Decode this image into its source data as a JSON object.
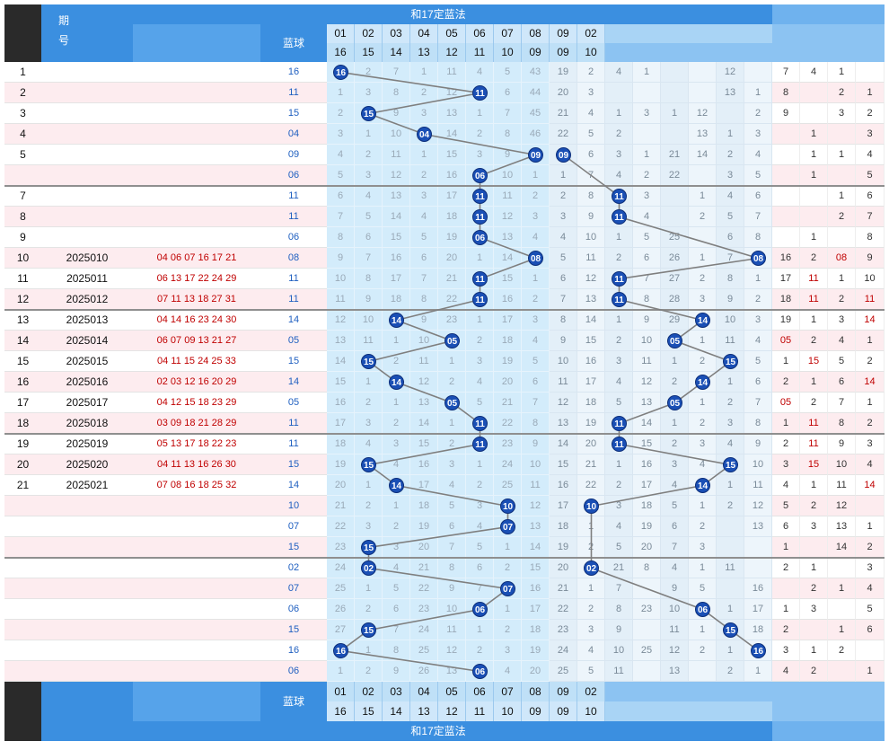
{
  "header": {
    "issue_line1": "期",
    "issue_line2": "号",
    "blue_label": "蓝球",
    "method_title": "和17定蓝法",
    "columns_top": [
      "01",
      "02",
      "03",
      "04",
      "05",
      "06",
      "07",
      "08",
      "09",
      "02",
      "",
      "",
      "",
      "",
      "",
      ""
    ],
    "columns_bottom": [
      "16",
      "15",
      "14",
      "13",
      "12",
      "11",
      "10",
      "09",
      "09",
      "10",
      "",
      "",
      "",
      "",
      "",
      ""
    ]
  },
  "footer": {
    "blue_label": "蓝球",
    "method_title": "和17定蓝法",
    "columns_top": [
      "01",
      "02",
      "03",
      "04",
      "05",
      "06",
      "07",
      "08",
      "09",
      "02"
    ],
    "columns_bottom": [
      "16",
      "15",
      "14",
      "13",
      "12",
      "11",
      "10",
      "09",
      "09",
      "10"
    ]
  },
  "colors": {
    "header_bg": "#3b8fe0",
    "band_bg": "#d3ecfb",
    "line": "#7f7f7f",
    "ball": "#1a4fb5",
    "red_text": "#c00000",
    "blue_text": "#1f5fc0",
    "row_pink": "#fdecef"
  },
  "rows": [
    {
      "n": "1",
      "issue": "",
      "reds": "",
      "blue": "16",
      "a": [
        "16",
        "2",
        "7",
        "1",
        "11",
        "4",
        "5",
        "43"
      ],
      "b": [
        "19",
        "2",
        "4",
        "1",
        "",
        "",
        "12",
        ""
      ],
      "c": [
        "7",
        "4",
        "1",
        ""
      ],
      "ba": 0,
      "bb": -1
    },
    {
      "n": "2",
      "issue": "",
      "reds": "",
      "blue": "11",
      "a": [
        "1",
        "3",
        "8",
        "2",
        "12",
        "11",
        "6",
        "44"
      ],
      "b": [
        "20",
        "3",
        "",
        "",
        "",
        "",
        "13",
        "1"
      ],
      "c": [
        "8",
        "",
        "2",
        "1"
      ],
      "ba": 5,
      "bb": -1
    },
    {
      "n": "3",
      "issue": "",
      "reds": "",
      "blue": "15",
      "a": [
        "2",
        "15",
        "9",
        "3",
        "13",
        "1",
        "7",
        "45"
      ],
      "b": [
        "21",
        "4",
        "1",
        "3",
        "1",
        "12",
        "",
        "2"
      ],
      "c": [
        "9",
        "",
        "3",
        "2"
      ],
      "ba": 1,
      "bb": -1
    },
    {
      "n": "4",
      "issue": "",
      "reds": "",
      "blue": "04",
      "a": [
        "3",
        "1",
        "10",
        "04",
        "14",
        "2",
        "8",
        "46"
      ],
      "b": [
        "22",
        "5",
        "2",
        "",
        "",
        "13",
        "1",
        "3"
      ],
      "c": [
        "",
        "1",
        "",
        "3"
      ],
      "ba": 3,
      "bb": -1
    },
    {
      "n": "5",
      "issue": "",
      "reds": "",
      "blue": "09",
      "a": [
        "4",
        "2",
        "11",
        "1",
        "15",
        "3",
        "9",
        "09"
      ],
      "b": [
        "09",
        "6",
        "3",
        "1",
        "21",
        "14",
        "2",
        "4"
      ],
      "c": [
        "",
        "1",
        "1",
        "4"
      ],
      "ba": 7,
      "bb": 0
    },
    {
      "n": "",
      "issue": "",
      "reds": "",
      "blue": "06",
      "a": [
        "5",
        "3",
        "12",
        "2",
        "16",
        "06",
        "10",
        "1"
      ],
      "b": [
        "1",
        "7",
        "4",
        "2",
        "22",
        "",
        "3",
        "5"
      ],
      "c": [
        "",
        "1",
        "",
        "5"
      ],
      "ba": 5,
      "bb": -1
    },
    {
      "n": "7",
      "issue": "",
      "reds": "",
      "blue": "11",
      "a": [
        "6",
        "4",
        "13",
        "3",
        "17",
        "11",
        "11",
        "2"
      ],
      "b": [
        "2",
        "8",
        "11",
        "3",
        "",
        "1",
        "4",
        "6"
      ],
      "c": [
        "",
        "",
        "1",
        "6"
      ],
      "ba": 5,
      "bb": 2
    },
    {
      "n": "8",
      "issue": "",
      "reds": "",
      "blue": "11",
      "a": [
        "7",
        "5",
        "14",
        "4",
        "18",
        "11",
        "12",
        "3"
      ],
      "b": [
        "3",
        "9",
        "11",
        "4",
        "",
        "2",
        "5",
        "7"
      ],
      "c": [
        "",
        "",
        "2",
        "7"
      ],
      "ba": 5,
      "bb": 2
    },
    {
      "n": "9",
      "issue": "",
      "reds": "",
      "blue": "06",
      "a": [
        "8",
        "6",
        "15",
        "5",
        "19",
        "06",
        "13",
        "4"
      ],
      "b": [
        "4",
        "10",
        "1",
        "5",
        "25",
        "",
        "6",
        "8"
      ],
      "c": [
        "",
        "1",
        "",
        "8"
      ],
      "ba": 5,
      "bb": -1
    },
    {
      "n": "10",
      "issue": "2025010",
      "reds": "04 06 07 16 17 21",
      "blue": "08",
      "a": [
        "9",
        "7",
        "16",
        "6",
        "20",
        "1",
        "14",
        "08"
      ],
      "b": [
        "5",
        "11",
        "2",
        "6",
        "26",
        "1",
        "7",
        "08"
      ],
      "c": [
        "16",
        "2",
        "08",
        "9"
      ],
      "ba": 7,
      "bb": 7
    },
    {
      "n": "11",
      "issue": "2025011",
      "reds": "06 13 17 22 24 29",
      "blue": "11",
      "a": [
        "10",
        "8",
        "17",
        "7",
        "21",
        "11",
        "15",
        "1"
      ],
      "b": [
        "6",
        "12",
        "11",
        "7",
        "27",
        "2",
        "8",
        "1"
      ],
      "c": [
        "17",
        "11",
        "1",
        "10"
      ],
      "ba": 5,
      "bb": 2
    },
    {
      "n": "12",
      "issue": "2025012",
      "reds": "07 11 13 18 27 31",
      "blue": "11",
      "a": [
        "11",
        "9",
        "18",
        "8",
        "22",
        "11",
        "16",
        "2"
      ],
      "b": [
        "7",
        "13",
        "11",
        "8",
        "28",
        "3",
        "9",
        "2"
      ],
      "c": [
        "18",
        "11",
        "2",
        "11"
      ],
      "ba": 5,
      "bb": 2
    },
    {
      "n": "13",
      "issue": "2025013",
      "reds": "04 14 16 23 24 30",
      "blue": "14",
      "a": [
        "12",
        "10",
        "14",
        "9",
        "23",
        "1",
        "17",
        "3"
      ],
      "b": [
        "8",
        "14",
        "1",
        "9",
        "29",
        "14",
        "10",
        "3"
      ],
      "c": [
        "19",
        "1",
        "3",
        "14"
      ],
      "ba": 2,
      "bb": 5
    },
    {
      "n": "14",
      "issue": "2025014",
      "reds": "06 07 09 13 21 27",
      "blue": "05",
      "a": [
        "13",
        "11",
        "1",
        "10",
        "05",
        "2",
        "18",
        "4"
      ],
      "b": [
        "9",
        "15",
        "2",
        "10",
        "05",
        "1",
        "11",
        "4"
      ],
      "c": [
        "05",
        "2",
        "4",
        "1"
      ],
      "ba": 4,
      "bb": 4
    },
    {
      "n": "15",
      "issue": "2025015",
      "reds": "04 11 15 24 25 33",
      "blue": "15",
      "a": [
        "14",
        "15",
        "2",
        "11",
        "1",
        "3",
        "19",
        "5"
      ],
      "b": [
        "10",
        "16",
        "3",
        "11",
        "1",
        "2",
        "15",
        "5"
      ],
      "c": [
        "1",
        "15",
        "5",
        "2"
      ],
      "ba": 1,
      "bb": 6
    },
    {
      "n": "16",
      "issue": "2025016",
      "reds": "02 03 12 16 20 29",
      "blue": "14",
      "a": [
        "15",
        "1",
        "14",
        "12",
        "2",
        "4",
        "20",
        "6"
      ],
      "b": [
        "11",
        "17",
        "4",
        "12",
        "2",
        "14",
        "1",
        "6"
      ],
      "c": [
        "2",
        "1",
        "6",
        "14"
      ],
      "ba": 2,
      "bb": 5
    },
    {
      "n": "17",
      "issue": "2025017",
      "reds": "04 12 15 18 23 29",
      "blue": "05",
      "a": [
        "16",
        "2",
        "1",
        "13",
        "05",
        "5",
        "21",
        "7"
      ],
      "b": [
        "12",
        "18",
        "5",
        "13",
        "05",
        "1",
        "2",
        "7"
      ],
      "c": [
        "05",
        "2",
        "7",
        "1"
      ],
      "ba": 4,
      "bb": 4
    },
    {
      "n": "18",
      "issue": "2025018",
      "reds": "03 09 18 21 28 29",
      "blue": "11",
      "a": [
        "17",
        "3",
        "2",
        "14",
        "1",
        "11",
        "22",
        "8"
      ],
      "b": [
        "13",
        "19",
        "11",
        "14",
        "1",
        "2",
        "3",
        "8"
      ],
      "c": [
        "1",
        "11",
        "8",
        "2"
      ],
      "ba": 5,
      "bb": 2
    },
    {
      "n": "19",
      "issue": "2025019",
      "reds": "05 13 17 18 22 23",
      "blue": "11",
      "a": [
        "18",
        "4",
        "3",
        "15",
        "2",
        "11",
        "23",
        "9"
      ],
      "b": [
        "14",
        "20",
        "11",
        "15",
        "2",
        "3",
        "4",
        "9"
      ],
      "c": [
        "2",
        "11",
        "9",
        "3"
      ],
      "ba": 5,
      "bb": 2
    },
    {
      "n": "20",
      "issue": "2025020",
      "reds": "04 11 13 16 26 30",
      "blue": "15",
      "a": [
        "19",
        "15",
        "4",
        "16",
        "3",
        "1",
        "24",
        "10"
      ],
      "b": [
        "15",
        "21",
        "1",
        "16",
        "3",
        "4",
        "15",
        "10"
      ],
      "c": [
        "3",
        "15",
        "10",
        "4"
      ],
      "ba": 1,
      "bb": 6
    },
    {
      "n": "21",
      "issue": "2025021",
      "reds": "07 08 16 18 25 32",
      "blue": "14",
      "a": [
        "20",
        "1",
        "14",
        "17",
        "4",
        "2",
        "25",
        "11"
      ],
      "b": [
        "16",
        "22",
        "2",
        "17",
        "4",
        "14",
        "1",
        "11"
      ],
      "c": [
        "4",
        "1",
        "11",
        "14"
      ],
      "ba": 2,
      "bb": 5
    },
    {
      "n": "",
      "issue": "",
      "reds": "",
      "blue": "10",
      "a": [
        "21",
        "2",
        "1",
        "18",
        "5",
        "3",
        "10",
        "12"
      ],
      "b": [
        "17",
        "10",
        "3",
        "18",
        "5",
        "1",
        "2",
        "12"
      ],
      "c": [
        "5",
        "2",
        "12",
        ""
      ],
      "ba": 6,
      "bb": 1
    },
    {
      "n": "",
      "issue": "",
      "reds": "",
      "blue": "07",
      "a": [
        "22",
        "3",
        "2",
        "19",
        "6",
        "4",
        "07",
        "13"
      ],
      "b": [
        "18",
        "1",
        "4",
        "19",
        "6",
        "2",
        "",
        "13"
      ],
      "c": [
        "6",
        "3",
        "13",
        "1"
      ],
      "ba": 6,
      "bb": -1
    },
    {
      "n": "",
      "issue": "",
      "reds": "",
      "blue": "15",
      "a": [
        "23",
        "15",
        "3",
        "20",
        "7",
        "5",
        "1",
        "14"
      ],
      "b": [
        "19",
        "2",
        "5",
        "20",
        "7",
        "3",
        "",
        ""
      ],
      "c": [
        "1",
        "",
        "14",
        "2"
      ],
      "ba": 1,
      "bb": -1
    },
    {
      "n": "",
      "issue": "",
      "reds": "",
      "blue": "02",
      "a": [
        "24",
        "02",
        "4",
        "21",
        "8",
        "6",
        "2",
        "15"
      ],
      "b": [
        "20",
        "02",
        "21",
        "8",
        "4",
        "1",
        "11",
        ""
      ],
      "c": [
        "2",
        "1",
        "",
        "3"
      ],
      "ba": 1,
      "bb": 1
    },
    {
      "n": "",
      "issue": "",
      "reds": "",
      "blue": "07",
      "a": [
        "25",
        "1",
        "5",
        "22",
        "9",
        "7",
        "07",
        "16"
      ],
      "b": [
        "21",
        "1",
        "7",
        "",
        "9",
        "5",
        "",
        "16"
      ],
      "c": [
        "",
        "2",
        "1",
        "4"
      ],
      "ba": 6,
      "bb": -1
    },
    {
      "n": "",
      "issue": "",
      "reds": "",
      "blue": "06",
      "a": [
        "26",
        "2",
        "6",
        "23",
        "10",
        "06",
        "1",
        "17"
      ],
      "b": [
        "22",
        "2",
        "8",
        "23",
        "10",
        "06",
        "1",
        "17"
      ],
      "c": [
        "1",
        "3",
        "",
        "5"
      ],
      "ba": 5,
      "bb": 5
    },
    {
      "n": "",
      "issue": "",
      "reds": "",
      "blue": "15",
      "a": [
        "27",
        "15",
        "7",
        "24",
        "11",
        "1",
        "2",
        "18"
      ],
      "b": [
        "23",
        "3",
        "9",
        "",
        "11",
        "1",
        "15",
        "18"
      ],
      "c": [
        "2",
        "",
        "1",
        "6"
      ],
      "ba": 1,
      "bb": 6
    },
    {
      "n": "",
      "issue": "",
      "reds": "",
      "blue": "16",
      "a": [
        "16",
        "1",
        "8",
        "25",
        "12",
        "2",
        "3",
        "19"
      ],
      "b": [
        "24",
        "4",
        "10",
        "25",
        "12",
        "2",
        "1",
        "16"
      ],
      "c": [
        "3",
        "1",
        "2",
        ""
      ],
      "ba": 0,
      "bb": 7
    },
    {
      "n": "",
      "issue": "",
      "reds": "",
      "blue": "06",
      "a": [
        "1",
        "2",
        "9",
        "26",
        "13",
        "06",
        "4",
        "20"
      ],
      "b": [
        "25",
        "5",
        "11",
        "",
        "13",
        "",
        "2",
        "1"
      ],
      "c": [
        "4",
        "2",
        "",
        "1"
      ],
      "ba": 5,
      "bb": -1
    }
  ]
}
